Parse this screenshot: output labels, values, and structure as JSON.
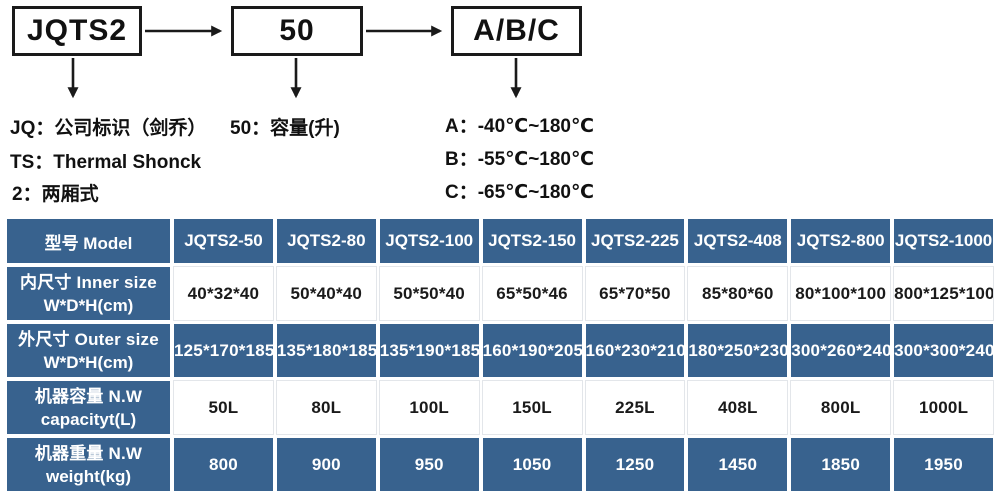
{
  "diagram": {
    "boxes": [
      {
        "label": "JQTS2"
      },
      {
        "label": "50"
      },
      {
        "label": "A/B/C"
      }
    ],
    "notes": {
      "left": [
        "JQ：公司标识（剑乔）",
        "TS：Thermal Shonck",
        "2：两厢式"
      ],
      "middle": "50：容量(升)",
      "right": [
        "A：-40℃~180℃",
        "B：-55℃~180℃",
        "C：-65℃~180℃"
      ]
    }
  },
  "table": {
    "header": [
      "型号 Model",
      "JQTS2-50",
      "JQTS2-80",
      "JQTS2-100",
      "JQTS2-150",
      "JQTS2-225",
      "JQTS2-408",
      "JQTS2-800",
      "JQTS2-1000"
    ],
    "rows": [
      {
        "label_line1": "内尺寸 Inner size",
        "label_line2": "W*D*H(cm)",
        "values": [
          "40*32*40",
          "50*40*40",
          "50*50*40",
          "65*50*46",
          "65*70*50",
          "85*80*60",
          "80*100*100",
          "800*125*100"
        ]
      },
      {
        "label_line1": "外尺寸 Outer size",
        "label_line2": "W*D*H(cm)",
        "values": [
          "125*170*185",
          "135*180*185",
          "135*190*185",
          "160*190*205",
          "160*230*210",
          "180*250*230",
          "300*260*240",
          "300*300*240"
        ]
      },
      {
        "label_line1": "机器容量 N.W",
        "label_line2": "capacityt(L)",
        "values": [
          "50L",
          "80L",
          "100L",
          "150L",
          "225L",
          "408L",
          "800L",
          "1000L"
        ]
      },
      {
        "label_line1": "机器重量 N.W",
        "label_line2": "weight(kg)",
        "values": [
          "800",
          "900",
          "950",
          "1050",
          "1250",
          "1450",
          "1850",
          "1950"
        ]
      }
    ]
  },
  "colors": {
    "table_blue": "#38628e",
    "box_border": "#1a1a1a",
    "text_dark": "#111111",
    "cell_gap_white": "#ffffff"
  }
}
